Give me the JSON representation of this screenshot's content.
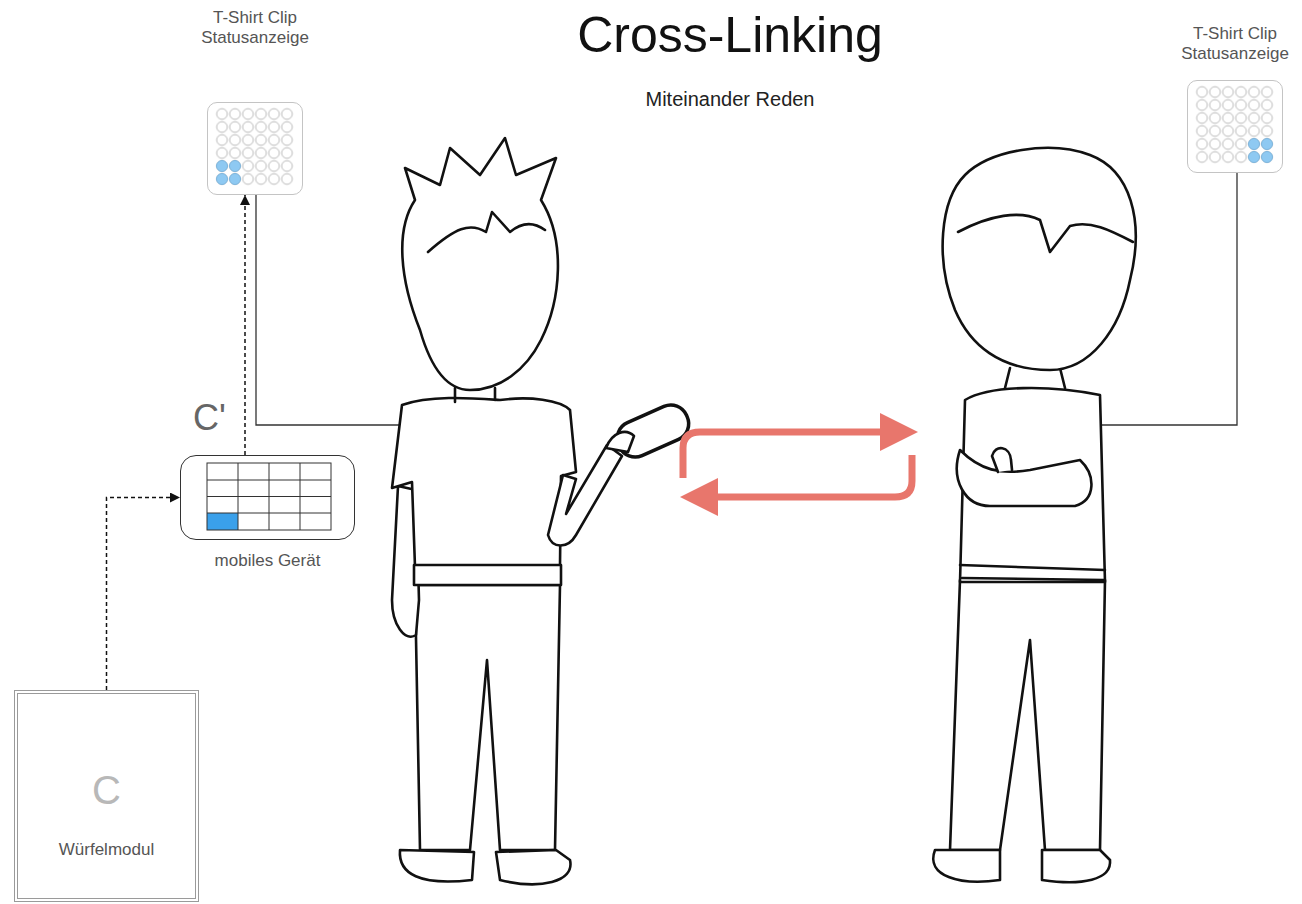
{
  "diagram": {
    "title": "Cross-Linking",
    "nodes": [
      {
        "text": [
          "T-Shirt Clip Statusanzeige"
        ]
      },
      {
        "text": [
          "T-Shirt Clip Statusanzeige"
        ]
      },
      {
        "text": [
          "C'",
          "mobiles Gerät"
        ]
      },
      {
        "text": [
          "C",
          "Würfelmodul"
        ]
      }
    ],
    "edges": [
      {
        "from": 3,
        "to": 2,
        "arrow": "to"
      },
      {
        "from": 2,
        "to": 0,
        "arrow": "to"
      }
    ],
    "labels": [
      "Miteinander Reden"
    ]
  }
}
